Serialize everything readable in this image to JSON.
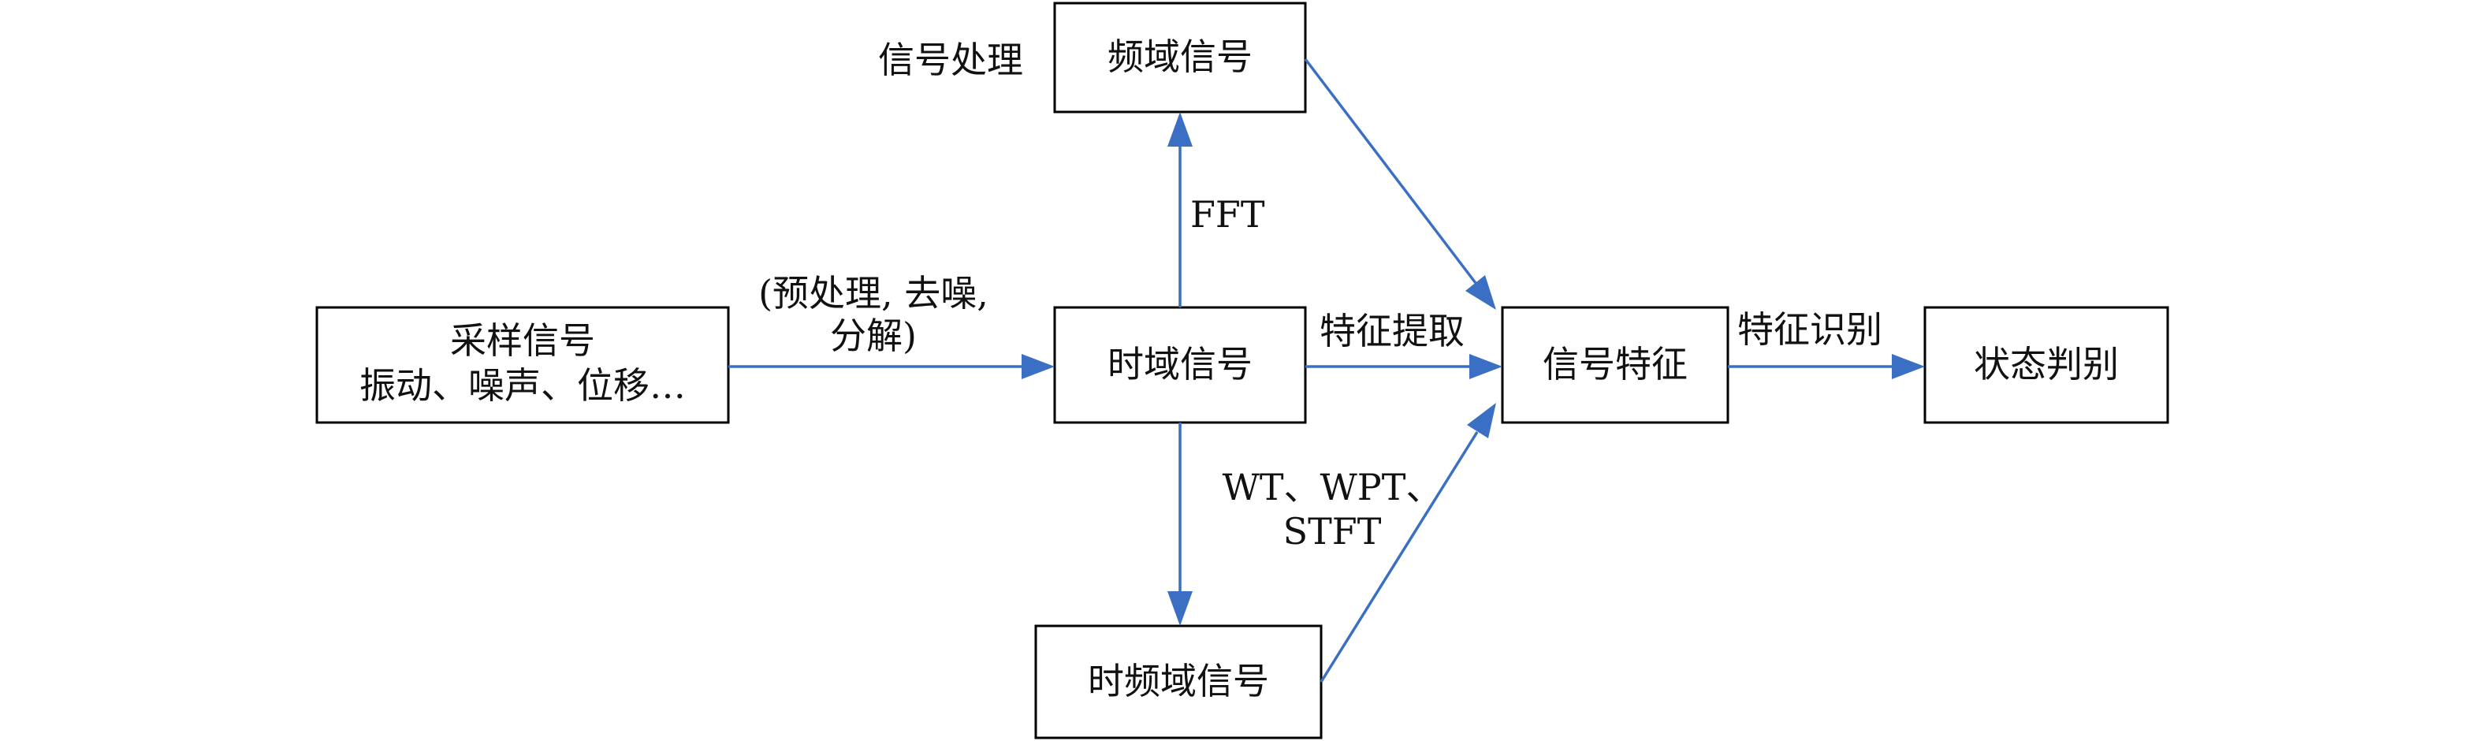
{
  "nodes": {
    "sampled_signal": {
      "line1": "采样信号",
      "line2": "振动、噪声、位移…"
    },
    "time_domain": {
      "label": "时域信号"
    },
    "freq_domain": {
      "label": "频域信号"
    },
    "time_freq_domain": {
      "label": "时频域信号"
    },
    "signal_feature": {
      "label": "信号特征"
    },
    "state_judgment": {
      "label": "状态判别"
    }
  },
  "labels": {
    "signal_processing": "信号处理",
    "preprocess_line1": "(预处理, 去噪,",
    "preprocess_line2": "分解)",
    "fft": "FFT",
    "feature_extraction": "特征提取",
    "feature_recognition": "特征识别",
    "wt_line1": "WT、WPT、",
    "wt_line2": "STFT"
  },
  "colors": {
    "arrow": "#3a6fc4",
    "box_border": "#000000",
    "text": "#111111"
  }
}
